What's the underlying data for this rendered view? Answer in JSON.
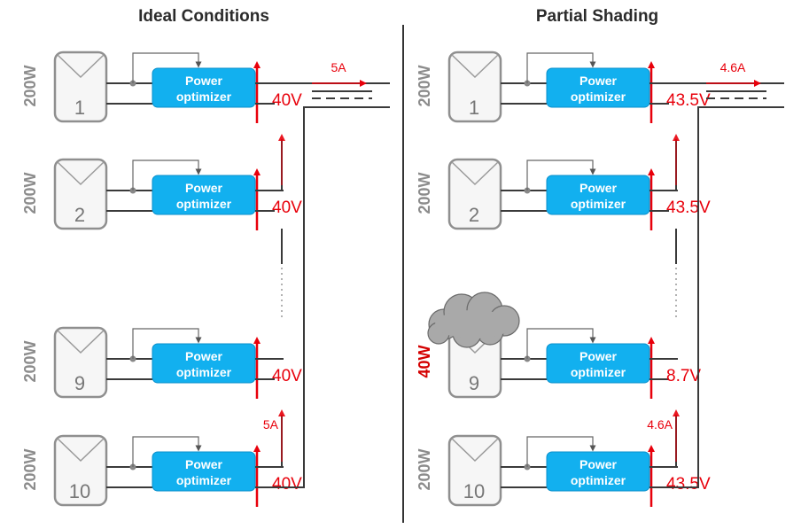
{
  "titles": {
    "left": "Ideal Conditions",
    "right": "Partial Shading"
  },
  "optimizer_label": {
    "line1": "Power",
    "line2": "optimizer"
  },
  "colors": {
    "optimizer_fill": "#12b0ef",
    "voltage_red": "#e8000b",
    "panel_stroke": "#8f8f8f",
    "wire": "#3a3a3a",
    "cloud": "#a9a9a9"
  },
  "left_panel": {
    "string_current": "5A",
    "mid_current": "5A",
    "modules": [
      {
        "number": "1",
        "power": "200W",
        "voltage": "40V"
      },
      {
        "number": "2",
        "power": "200W",
        "voltage": "40V"
      },
      {
        "number": "9",
        "power": "200W",
        "voltage": "40V"
      },
      {
        "number": "10",
        "power": "200W",
        "voltage": "40V"
      }
    ]
  },
  "right_panel": {
    "string_current": "4.6A",
    "mid_current": "4.6A",
    "modules": [
      {
        "number": "1",
        "power": "200W",
        "voltage": "43.5V"
      },
      {
        "number": "2",
        "power": "200W",
        "voltage": "43.5V"
      },
      {
        "number": "9",
        "power": "40W",
        "voltage": "8.7V",
        "shaded": true
      },
      {
        "number": "10",
        "power": "200W",
        "voltage": "43.5V"
      }
    ]
  }
}
